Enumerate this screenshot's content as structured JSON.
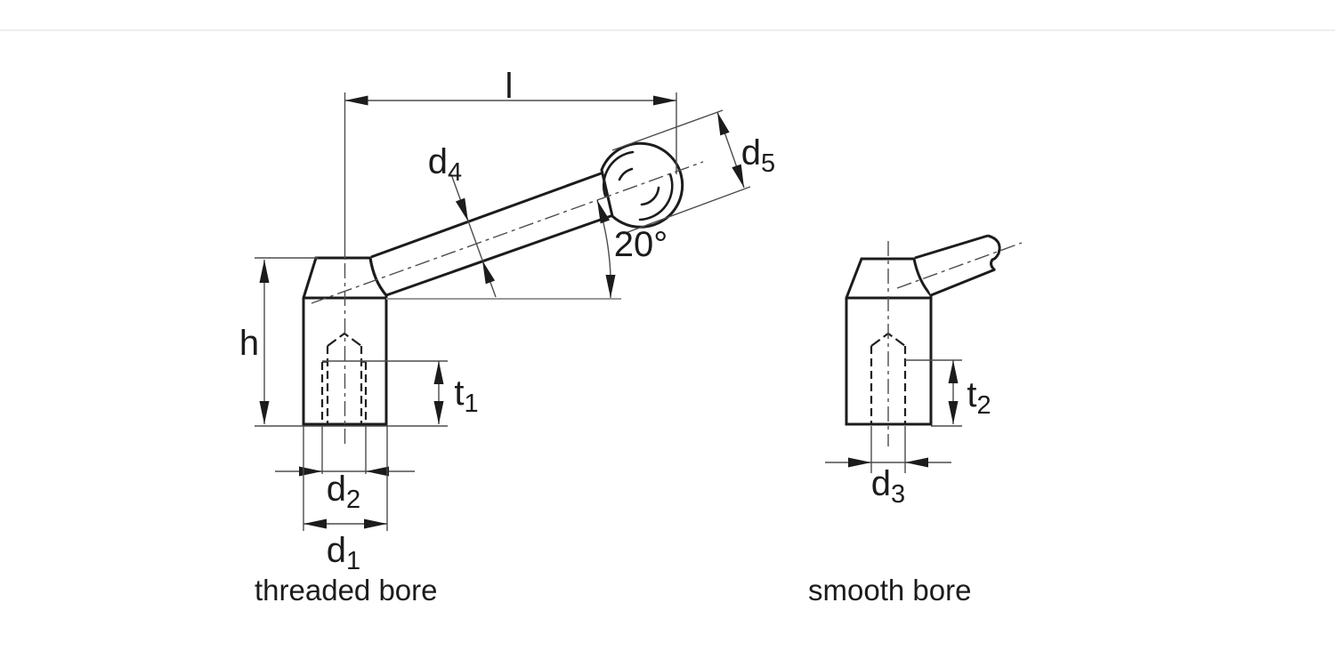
{
  "page": {
    "background": "#ffffff",
    "divider_color": "#e8e8e8",
    "ink_color": "#1c1c1c"
  },
  "drawing": {
    "description": "clamping lever dimension drawing, two views",
    "angle_degrees": "20°",
    "views": {
      "threaded": {
        "caption": "threaded bore"
      },
      "smooth": {
        "caption": "smooth bore"
      }
    },
    "labels": {
      "length": {
        "base": "l",
        "sub": ""
      },
      "shaft_diameter": {
        "base": "d",
        "sub": "4"
      },
      "head_diameter": {
        "base": "d",
        "sub": "5"
      },
      "angle": {
        "base": "20°",
        "sub": ""
      },
      "hub_height": {
        "base": "h",
        "sub": ""
      },
      "thread_depth": {
        "base": "t",
        "sub": "1"
      },
      "thread_diameter": {
        "base": "d",
        "sub": "2"
      },
      "hub_diameter": {
        "base": "d",
        "sub": "1"
      },
      "bore_depth": {
        "base": "t",
        "sub": "2"
      },
      "bore_diameter": {
        "base": "d",
        "sub": "3"
      }
    }
  }
}
